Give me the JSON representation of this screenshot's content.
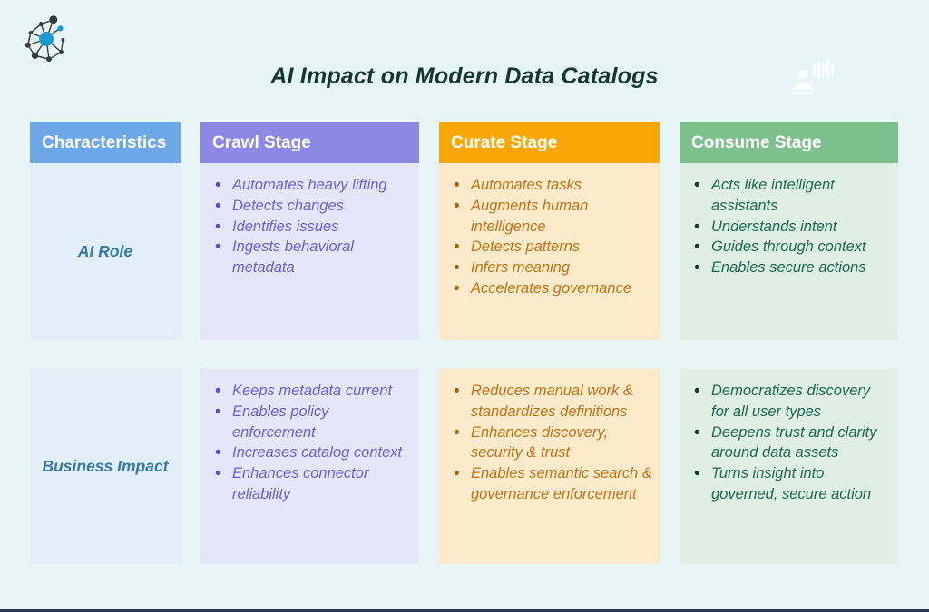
{
  "page": {
    "title": "AI Impact on Modern Data Catalogs",
    "background_color": "#E8F5F6",
    "bottom_bar_color": "#24394E",
    "title_color": "#12382C"
  },
  "logo": {
    "name": "network-graph-logo",
    "node_color": "#3A3A3A",
    "accent_color": "#1B9AD2"
  },
  "voice_icon": {
    "name": "speaking-person-icon",
    "color": "#FFFFFF"
  },
  "columns": [
    {
      "header": "Characteristics",
      "header_color": "#6CA7E8",
      "body_color": "#E2EFF8",
      "label_color": "#347AA3",
      "rows": [
        {
          "label": "AI Role"
        },
        {
          "label": "Business Impact"
        }
      ]
    },
    {
      "header": "Crawl Stage",
      "header_color": "#8D88E3",
      "body_color": "#E4E7F9",
      "text_color": "#6B5ED9",
      "bullet_color": "#5B4ED1",
      "rows": [
        {
          "bullets": [
            "Automates heavy lifting",
            "Detects changes",
            "Identifies issues",
            "Ingests behavioral metadata"
          ]
        },
        {
          "bullets": [
            "Keeps metadata current",
            "Enables policy enforcement",
            "Increases catalog context",
            "Enhances connector reliability"
          ]
        }
      ]
    },
    {
      "header": "Curate Stage",
      "header_color": "#F7A807",
      "body_color": "#FCEACB",
      "text_color": "#BE7417",
      "bullet_color": "#A55E0C",
      "rows": [
        {
          "bullets": [
            "Automates tasks",
            "Augments human intelligence",
            "Detects patterns",
            "Infers meaning",
            "Accelerates governance"
          ]
        },
        {
          "bullets": [
            "Reduces manual work & standardizes definitions",
            "Enhances discovery, security & trust",
            "Enables semantic search & governance enforcement"
          ]
        }
      ]
    },
    {
      "header": "Consume Stage",
      "header_color": "#7EBF8E",
      "body_color": "#DFEFE4",
      "text_color": "#1D6A50",
      "bullet_color": "#14352E",
      "rows": [
        {
          "bullets": [
            "Acts like intelligent assistants",
            "Understands intent",
            "Guides through context",
            "Enables secure actions"
          ]
        },
        {
          "bullets": [
            "Democratizes discovery for all user types",
            "Deepens trust and clarity around data assets",
            "Turns insight into governed, secure action"
          ]
        }
      ]
    }
  ]
}
